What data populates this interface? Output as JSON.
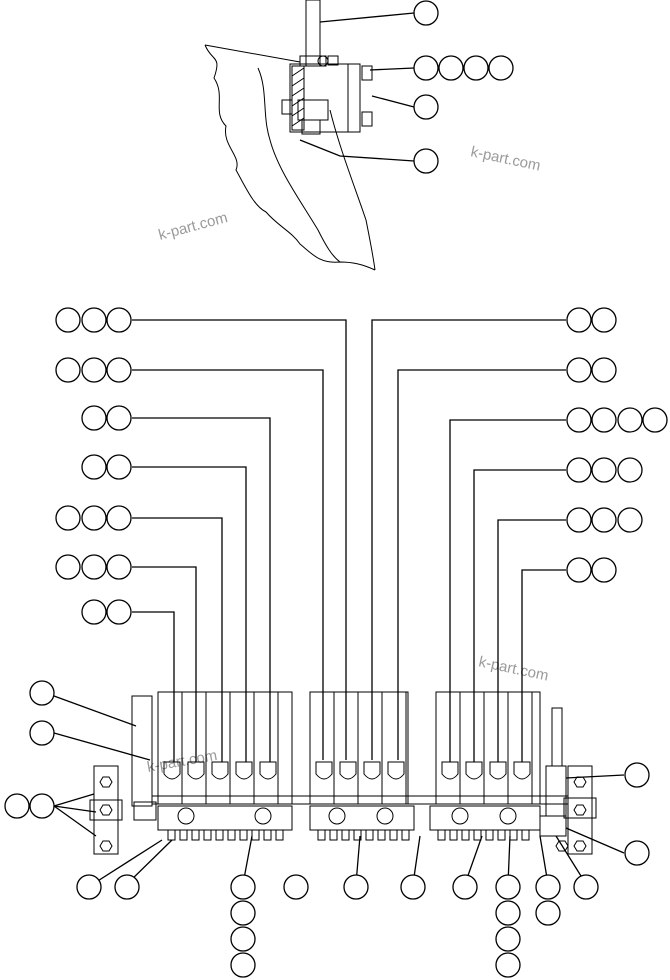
{
  "watermarks": [
    "k-part.com",
    "k-part.com",
    "k-part.com",
    "k-part.com"
  ],
  "colors": {
    "line": "#000000",
    "background": "#ffffff",
    "watermark": "#9a9a9a"
  },
  "callout_bubbles": {
    "style": "empty-circle",
    "label_text": ""
  }
}
